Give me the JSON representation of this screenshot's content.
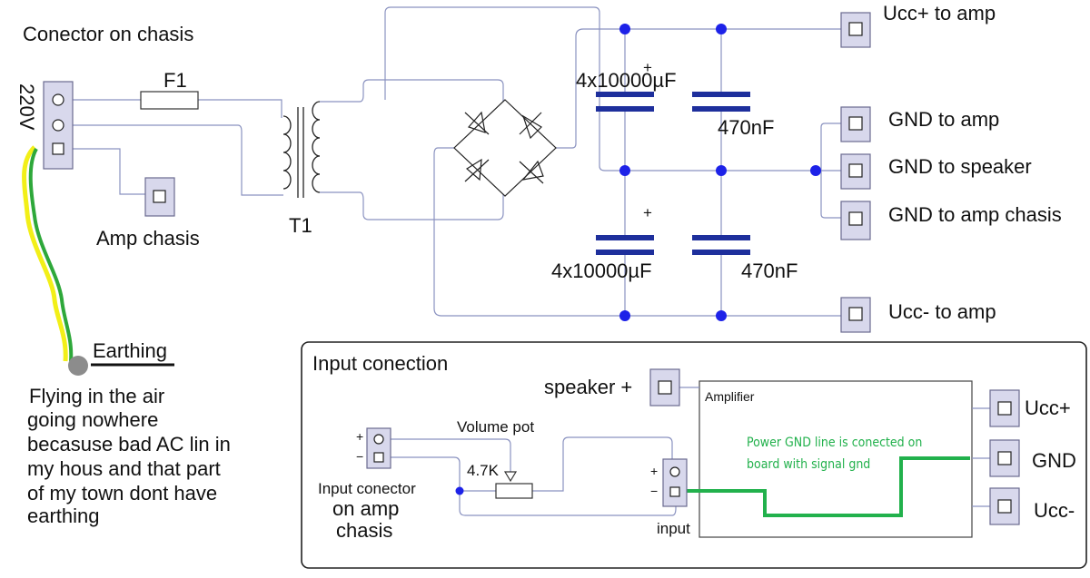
{
  "labels": {
    "connector_chassis": "Conector on chasis",
    "voltage": "220V",
    "fuse": "F1",
    "transformer": "T1",
    "amp_chassis": "Amp chasis",
    "earthing": "Earthing",
    "note_lines": [
      "Flying in the air",
      "going nowhere",
      "becasuse bad AC lin in",
      "my hous and that part",
      "of my town dont have",
      "earthing"
    ],
    "cap_big_top": "4x10000µF",
    "cap_big_bottom": "4x10000µF",
    "cap_small_top": "470nF",
    "cap_small_bottom": "470nF",
    "plus_sign": "+",
    "minus_sign": "−",
    "ucc_plus_amp": "Ucc+ to amp",
    "gnd_amp": "GND to amp",
    "gnd_speaker": "GND to speaker",
    "gnd_amp_chassis": "GND to amp chasis",
    "ucc_minus_amp": "Ucc- to amp"
  },
  "input_box": {
    "title": "Input conection",
    "speaker_plus": "speaker +",
    "amplifier": "Amplifier",
    "volume_pot": "Volume pot",
    "resistor_value": "4.7K",
    "input_connector_lines": [
      "Input conector",
      "on amp",
      "chasis"
    ],
    "input_label": "input",
    "green_note_lines": [
      "Power GND line is conected on",
      "board with signal gnd"
    ],
    "ucc_plus": "Ucc+",
    "gnd": "GND",
    "ucc_minus": "Ucc-"
  },
  "colors": {
    "wire": "#8a92c0",
    "capacitor": "#1e2f9c",
    "node": "#1d22e8",
    "ground_line": "#22b14c",
    "earth_yellow": "#f2ef18",
    "earth_green": "#2ea83a"
  }
}
